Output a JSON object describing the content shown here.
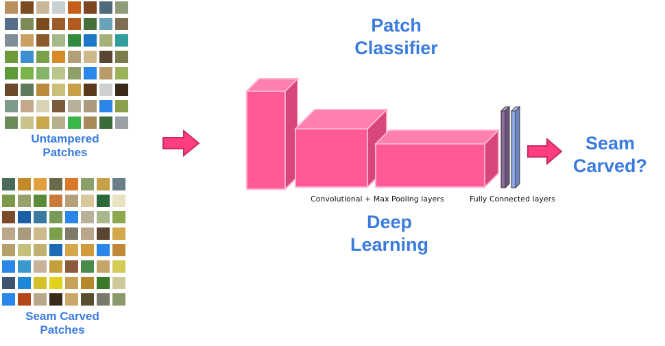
{
  "untampered": {
    "label_line1": "Untampered",
    "label_line2": "Patches",
    "tiles": [
      "#b9905d",
      "#7a4a22",
      "#c8b79a",
      "#c9d0d2",
      "#c65f1c",
      "#7b4620",
      "#4d6b7a",
      "#8e9c7a",
      "#556e8a",
      "#7c8a5a",
      "#7a4b1e",
      "#9d5b2a",
      "#b25b20",
      "#466f3b",
      "#6aa3b8",
      "#7e6f53",
      "#7f8e9a",
      "#c9a062",
      "#8b5a2b",
      "#a6b888",
      "#2f8a3e",
      "#1b77c8",
      "#a8b07a",
      "#2f9e9c",
      "#6f9a3a",
      "#3d8ed0",
      "#7aa04a",
      "#d88a2a",
      "#b3a07a",
      "#cdb98a",
      "#5a4630",
      "#7b7c4a",
      "#5f9a3a",
      "#7bb34a",
      "#84b36a",
      "#b9c58a",
      "#8f9f6a",
      "#2a86e8",
      "#b99a6a",
      "#9bb25a",
      "#6a4a2a",
      "#5f7a5a",
      "#b98a3a",
      "#c9c07a",
      "#c9a04a",
      "#5a3a1a",
      "#cfcfcf",
      "#3a2a1a",
      "#7f9a8a",
      "#c5a88a",
      "#d9d2b5",
      "#7a5a3a",
      "#b9b09a",
      "#a89a7a",
      "#2a86e8",
      "#8aa04a",
      "#6f8a5a",
      "#c9c28a",
      "#c8a84a",
      "#b5b08a",
      "#3bb64a",
      "#a88a5a",
      "#3a6b3a",
      "#9aa0a4"
    ]
  },
  "seam": {
    "label_line1": "Seam Carved",
    "label_line2": "Patches",
    "tiles": [
      "#4a6a5a",
      "#c48a2a",
      "#e0a040",
      "#6a6a4a",
      "#d9782a",
      "#8aa06a",
      "#c9a04a",
      "#6a7e8a",
      "#7a9a4a",
      "#9aa06a",
      "#5a8a3a",
      "#c97a3a",
      "#b5a07a",
      "#d9c89a",
      "#2a6a3a",
      "#e8e2c0",
      "#7a4a2a",
      "#1b5fa8",
      "#3a7aa0",
      "#7a9a5a",
      "#2a86e8",
      "#b9b09a",
      "#aab78a",
      "#8ea850",
      "#bba88a",
      "#a89a7a",
      "#cdb98a",
      "#7aa04a",
      "#7f7a6a",
      "#b8a68a",
      "#5a4630",
      "#d2a84a",
      "#b5a06a",
      "#c5c07a",
      "#c2b070",
      "#1a6ab5",
      "#d6a64a",
      "#cf9a3a",
      "#2a86e8",
      "#c18a3a",
      "#2a86e8",
      "#3a9ad0",
      "#c9b29a",
      "#c4a03a",
      "#8a5a3a",
      "#4a8a4a",
      "#c7a56a",
      "#d5cc58",
      "#3d5570",
      "#1e88d8",
      "#d4c02a",
      "#e0d21a",
      "#c8a25a",
      "#b5892a",
      "#3a7a2a",
      "#cfc99a",
      "#2a86e8",
      "#b4471a",
      "#b8a78a",
      "#3a2a1a",
      "#c9a86a",
      "#5a5030",
      "#7a7a6a",
      "#8a9a6a"
    ]
  },
  "title": {
    "line1": "Patch",
    "line2": "Classifier"
  },
  "subtitle": {
    "line1": "Deep",
    "line2": "Learning"
  },
  "captions": {
    "conv": "Convolutional + Max Pooling layers",
    "fc": "Fully Connected layers"
  },
  "output": {
    "line1": "Seam",
    "line2": "Carved?"
  },
  "colors": {
    "label_blue": "#3a7be0",
    "block_front": "#ff5a97",
    "block_top": "#ff7fb0",
    "block_side": "#d8467c",
    "block_edge": "#ffb0cf",
    "fc_purple": "#8e6e9e",
    "fc_blue": "#8aa6e6",
    "arrow_fill": "#ff3d7f",
    "arrow_stroke": "#c92a62"
  }
}
